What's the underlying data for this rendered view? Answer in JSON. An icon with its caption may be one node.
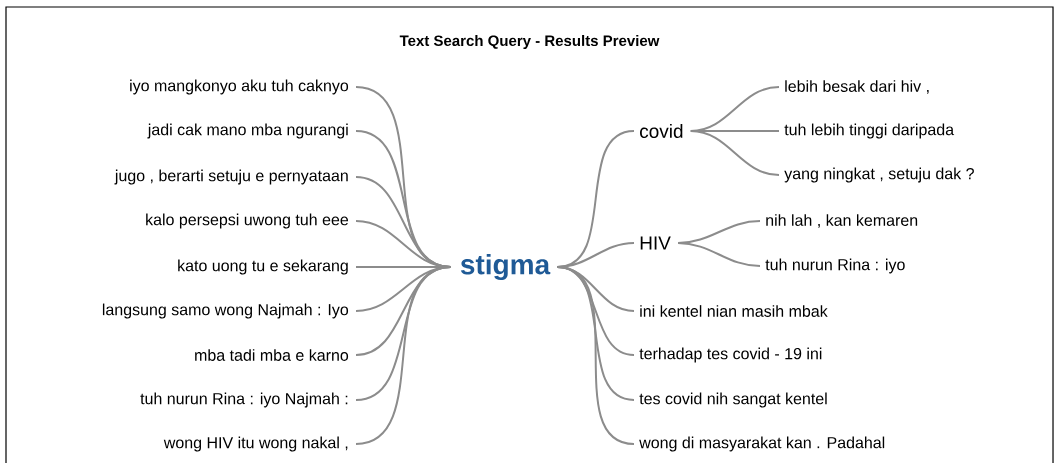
{
  "diagram": {
    "title": "Text Search Query - Results Preview",
    "nodes": [
      {
        "text": [
          "stigma"
        ]
      },
      {
        "text": [
          "iyo mangkonyo aku tuh caknyo"
        ]
      },
      {
        "text": [
          "jadi cak mano mba ngurangi"
        ]
      },
      {
        "text": [
          "jugo , berarti setuju e pernyataan"
        ]
      },
      {
        "text": [
          "kalo persepsi uwong tuh eee"
        ]
      },
      {
        "text": [
          "kato uong tu e sekarang"
        ]
      },
      {
        "text": [
          "langsung samo wong Najmah : Iyo"
        ]
      },
      {
        "text": [
          "mba tadi mba e karno"
        ]
      },
      {
        "text": [
          "tuh nurun Rina : iyo Najmah :"
        ]
      },
      {
        "text": [
          "wong HIV itu wong nakal ,"
        ]
      },
      {
        "text": [
          "covid"
        ]
      },
      {
        "text": [
          "lebih besak dari hiv ,"
        ]
      },
      {
        "text": [
          "tuh lebih tinggi daripada"
        ]
      },
      {
        "text": [
          "yang ningkat , setuju dak ?"
        ]
      },
      {
        "text": [
          "HIV"
        ]
      },
      {
        "text": [
          "nih lah , kan kemaren"
        ]
      },
      {
        "text": [
          "tuh nurun Rina : iyo"
        ]
      },
      {
        "text": [
          "ini kentel nian masih mbak"
        ]
      },
      {
        "text": [
          "terhadap tes covid - 19 ini"
        ]
      },
      {
        "text": [
          "tes covid nih sangat kentel"
        ]
      },
      {
        "text": [
          "wong di masyarakat kan . Padahal"
        ]
      }
    ],
    "edges": [
      {
        "from": 0,
        "to": 1,
        "arrow": "none"
      },
      {
        "from": 0,
        "to": 2,
        "arrow": "none"
      },
      {
        "from": 0,
        "to": 3,
        "arrow": "none"
      },
      {
        "from": 0,
        "to": 4,
        "arrow": "none"
      },
      {
        "from": 0,
        "to": 5,
        "arrow": "none"
      },
      {
        "from": 0,
        "to": 6,
        "arrow": "none"
      },
      {
        "from": 0,
        "to": 7,
        "arrow": "none"
      },
      {
        "from": 0,
        "to": 8,
        "arrow": "none"
      },
      {
        "from": 0,
        "to": 9,
        "arrow": "none"
      },
      {
        "from": 0,
        "to": 10,
        "arrow": "none"
      },
      {
        "from": 10,
        "to": 11,
        "arrow": "none"
      },
      {
        "from": 10,
        "to": 12,
        "arrow": "none"
      },
      {
        "from": 10,
        "to": 13,
        "arrow": "none"
      },
      {
        "from": 0,
        "to": 14,
        "arrow": "none"
      },
      {
        "from": 14,
        "to": 15,
        "arrow": "none"
      },
      {
        "from": 14,
        "to": 16,
        "arrow": "none"
      },
      {
        "from": 0,
        "to": 17,
        "arrow": "none"
      },
      {
        "from": 0,
        "to": 18,
        "arrow": "none"
      },
      {
        "from": 0,
        "to": 19,
        "arrow": "none"
      },
      {
        "from": 0,
        "to": 20,
        "arrow": "none"
      }
    ]
  }
}
